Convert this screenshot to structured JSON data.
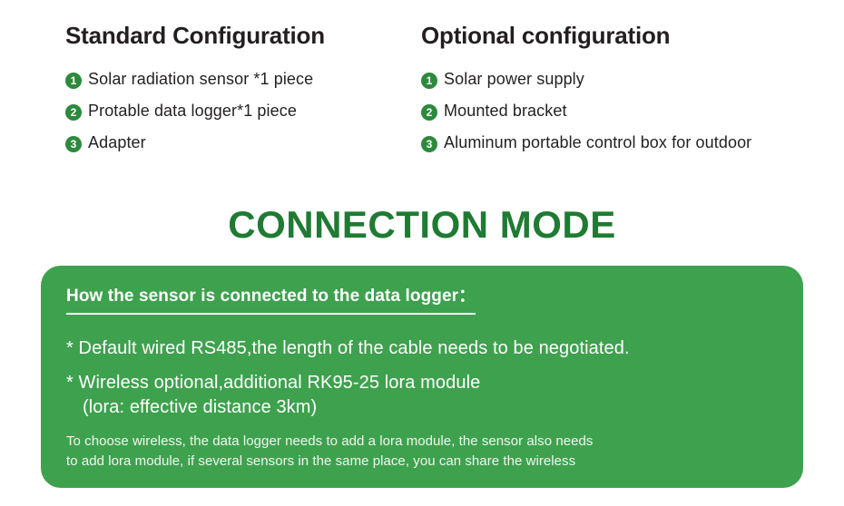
{
  "columns": [
    {
      "heading": "Standard Configuration",
      "items": [
        {
          "num": "1",
          "label": "Solar radiation sensor *1 piece"
        },
        {
          "num": "2",
          "label": "Protable data logger*1 piece"
        },
        {
          "num": "3",
          "label": "Adapter"
        }
      ]
    },
    {
      "heading": "Optional configuration",
      "items": [
        {
          "num": "1",
          "label": "Solar power supply"
        },
        {
          "num": "2",
          "label": "Mounted bracket"
        },
        {
          "num": "3",
          "label": "Aluminum portable control box for outdoor"
        }
      ]
    }
  ],
  "section_title": "CONNECTION MODE",
  "panel": {
    "heading": "How the sensor is connected to the data logger：",
    "bullets": [
      {
        "main": "* Default wired RS485,the length of the cable needs to be negotiated.",
        "sub": ""
      },
      {
        "main": "* Wireless optional,additional RK95-25 lora module",
        "sub": "(lora: effective distance 3km)"
      }
    ],
    "note_lines": [
      "To choose wireless, the data logger needs to add a lora module, the sensor also needs",
      "to add lora module, if several sensors in the same place, you can share the wireless"
    ]
  },
  "colors": {
    "panel_green": "#3ea14e",
    "title_green": "#1f7b33",
    "badge_green": "#2c8a3d",
    "text_dark": "#231f20",
    "white": "#ffffff"
  }
}
